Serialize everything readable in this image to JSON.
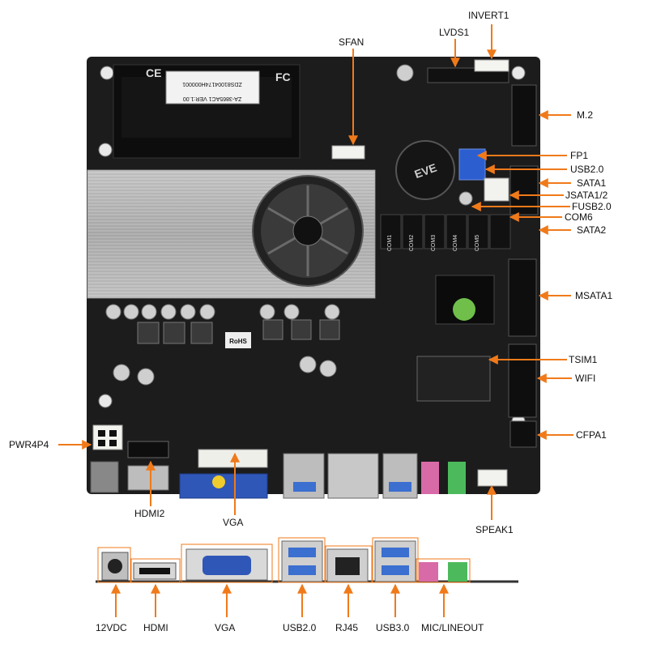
{
  "labels": {
    "invert1": "INVERT1",
    "lvds1": "LVDS1",
    "sfan": "SFAN",
    "m2": "M.2",
    "fp1": "FP1",
    "usb20_right": "USB2.0",
    "sata1": "SATA1",
    "jsata12": "JSATA1/2",
    "fusb20": "FUSB2.0",
    "com6": "COM6",
    "sata2": "SATA2",
    "msata1": "MSATA1",
    "tsim1": "TSIM1",
    "wifi": "WIFI",
    "cfpa1": "CFPA1",
    "pwr4p4": "PWR4P4",
    "hdmi2": "HDMI2",
    "vga_top": "VGA",
    "speak1": "SPEAK1",
    "io_12vdc": "12VDC",
    "io_hdmi": "HDMI",
    "io_vga": "VGA",
    "io_usb20": "USB2.0",
    "io_rj45": "RJ45",
    "io_usb30": "USB3.0",
    "io_mic": "MIC/LINEOUT"
  },
  "silkscreen": {
    "ram_sticker_1": "ZDS81004174H000001",
    "ram_sticker_2": "ZA-3865AC1   VER:1.00",
    "rohs": "RoHS",
    "com_headers": [
      "COM1",
      "COM2",
      "COM3",
      "COM4",
      "COM5"
    ],
    "cpu_brand": "EVE"
  },
  "colors": {
    "board": "#1d1d1d",
    "leader": "#f07a1a",
    "heatsink": "#b8b8b8",
    "vga_port": "#2f57b8",
    "usb3": "#3b6fd0",
    "mic_pink": "#d86aa8",
    "line_green": "#4cba5c"
  }
}
